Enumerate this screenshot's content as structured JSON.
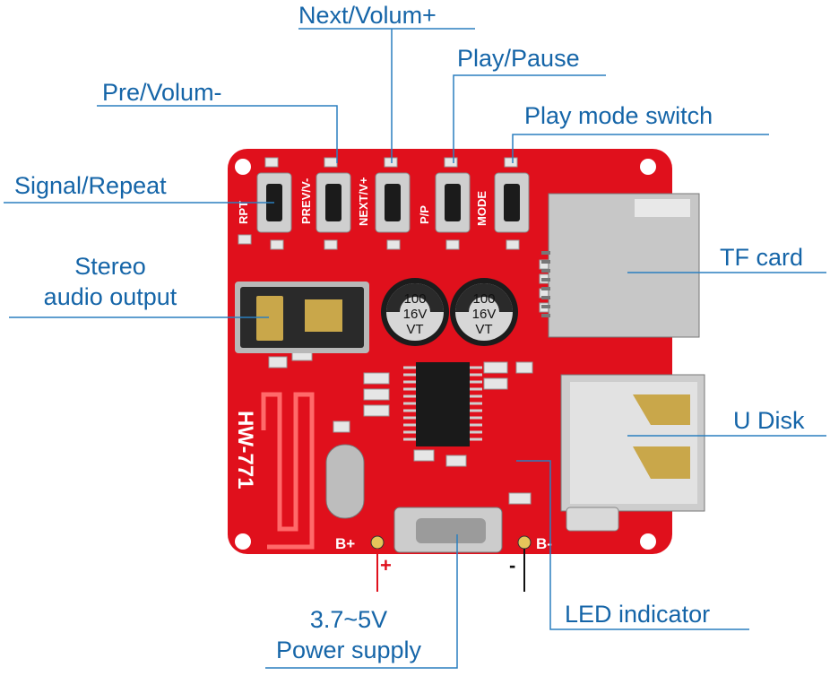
{
  "labels": {
    "next_volume_up": "Next/Volum+",
    "play_pause": "Play/Pause",
    "prev_volume_down": "Pre/Volum-",
    "play_mode_switch": "Play mode switch",
    "signal_repeat": "Signal/Repeat",
    "stereo_line1": "Stereo",
    "stereo_line2": "audio output",
    "tf_card": "TF card",
    "u_disk": "U Disk",
    "led_indicator": "LED indicator",
    "power_line1": "3.7~5V",
    "power_line2": "Power supply"
  },
  "board": {
    "model": "HW-771",
    "silk": {
      "rpt": "RPT",
      "prev": "PREV/V-",
      "next": "NEXT/V+",
      "pp": "P/P",
      "mode": "MODE",
      "bplus": "B+",
      "bminus": "B-"
    },
    "capacitor_text": {
      "line1": "100",
      "line2": "16V",
      "line3": "VT"
    }
  },
  "polarity": {
    "plus": "+",
    "minus": "-"
  },
  "colors": {
    "pcb_red": "#e0101c",
    "callout_blue": "#1565a8",
    "leader_blue": "#2a7fbf"
  }
}
